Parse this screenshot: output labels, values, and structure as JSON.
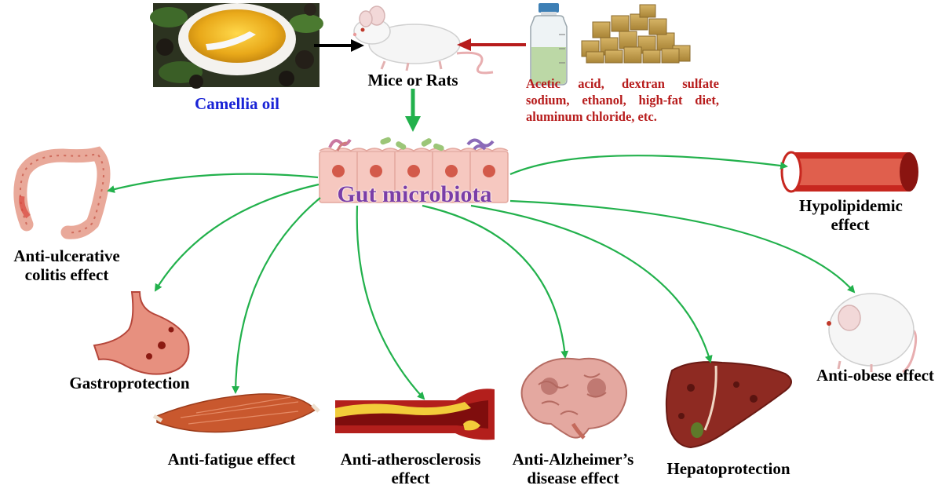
{
  "source": {
    "label": "Camellia oil",
    "color": "#1a24d6"
  },
  "model": {
    "label": "Mice or Rats"
  },
  "inducers": {
    "text": "Acetic acid, dextran sulfate sodium, ethanol, high-fat diet, aluminum chloride, etc.",
    "color": "#b71c1c"
  },
  "hub": {
    "label": "Gut microbiota",
    "color": "#7a3ea8"
  },
  "arrow_colors": {
    "oil_to_model": "#000000",
    "inducers_to_model": "#b71c1c",
    "effects": "#22b14c"
  },
  "effects": [
    {
      "id": "colitis",
      "label": "Anti-ulcerative colitis effect",
      "icon": "colon-icon"
    },
    {
      "id": "gastro",
      "label": "Gastroprotection",
      "icon": "stomach-icon"
    },
    {
      "id": "fatigue",
      "label": "Anti-fatigue effect",
      "icon": "muscle-icon"
    },
    {
      "id": "athero",
      "label": "Anti-atherosclerosis effect",
      "icon": "artery-plaque-icon"
    },
    {
      "id": "alzheimer",
      "label": "Anti-Alzheimer’s disease effect",
      "icon": "brain-icon"
    },
    {
      "id": "hepato",
      "label": "Hepatoprotection",
      "icon": "liver-icon"
    },
    {
      "id": "obese",
      "label": "Anti-obese effect",
      "icon": "obese-mouse-icon"
    },
    {
      "id": "lipid",
      "label": "Hypolipidemic effect",
      "icon": "blood-vessel-icon"
    }
  ]
}
